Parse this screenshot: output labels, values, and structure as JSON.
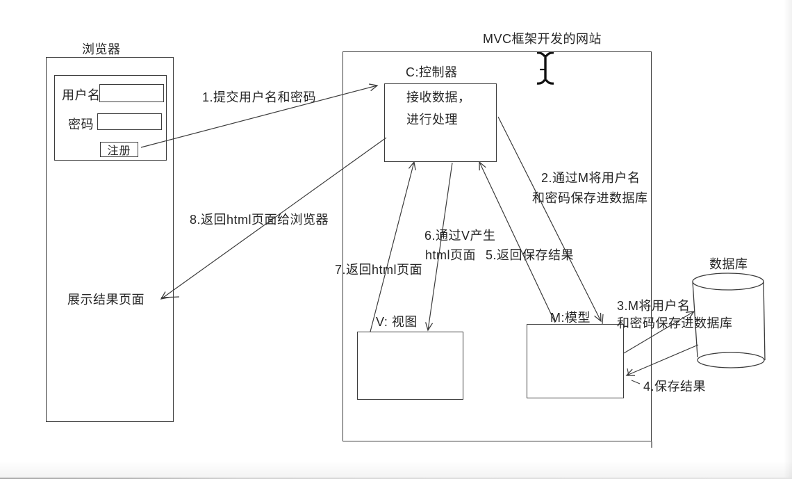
{
  "colors": {
    "line": "#3c3c3c",
    "text": "#262626",
    "background": "#ffffff"
  },
  "browser": {
    "title": "浏览器",
    "form": {
      "username_label": "用户名",
      "password_label": "密码",
      "username_value": "",
      "password_value": "",
      "register_button": "注册"
    },
    "result_text": "展示结果页面"
  },
  "website": {
    "title": "MVC框架开发的网站",
    "controller": {
      "label": "C:控制器",
      "body_line1": "接收数据，",
      "body_line2": "进行处理"
    },
    "view": {
      "label": "V: 视图"
    },
    "model": {
      "label": "M:模型"
    }
  },
  "database": {
    "label": "数据库"
  },
  "flows": {
    "f1": "1.提交用户名和密码",
    "f2_line1": "2.通过M将用户名",
    "f2_line2": "和密码保存进数据库",
    "f3_line1": "3.M将用户名",
    "f3_line2": "和密码保存进数据库",
    "f4": "4.保存结果",
    "f5": "5.返回保存结果",
    "f6_line1": "6.通过V产生",
    "f6_line2": "html页面",
    "f7": "7.返回html页面",
    "f8": "8.返回html页面给浏览器"
  },
  "icons": {
    "text_cursor": "I-beam"
  }
}
